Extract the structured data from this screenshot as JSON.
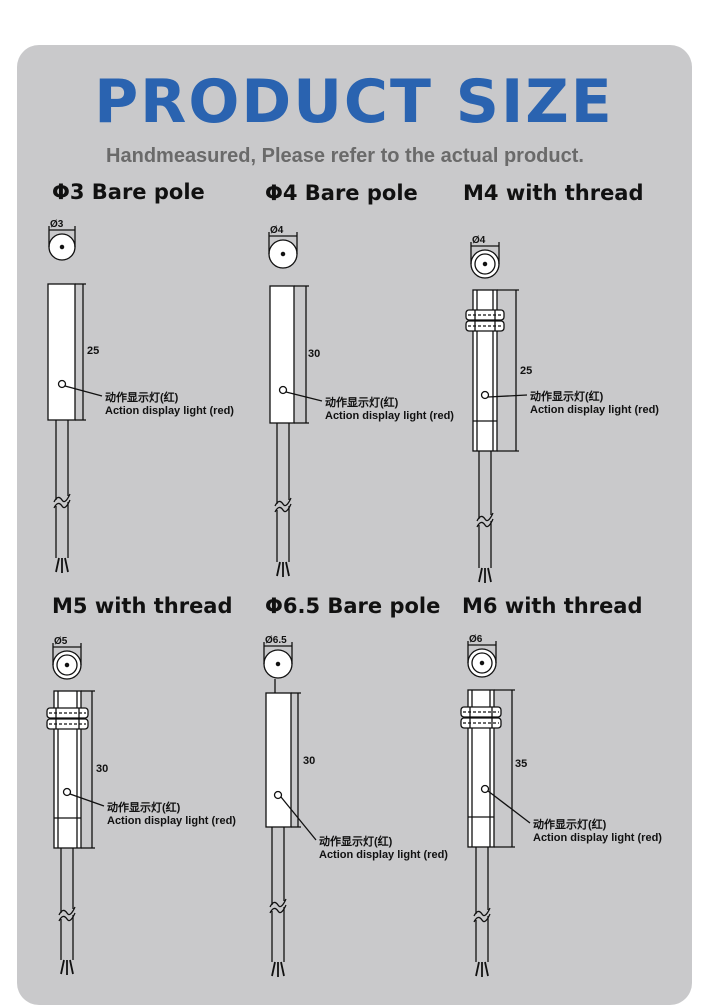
{
  "header": {
    "title": "PRODUCT SIZE",
    "subtitle": "Handmeasured, Please refer to the actual product."
  },
  "label_cn": "动作显示灯(红)",
  "label_en": "Action display light (red)",
  "products": [
    {
      "title": "Φ3 Bare pole",
      "diameter": "Ø3",
      "length": "25"
    },
    {
      "title": "Φ4  Bare pole",
      "diameter": "Ø4",
      "length": "30"
    },
    {
      "title": "M4  with thread",
      "diameter": "Ø4",
      "length": "25"
    },
    {
      "title": "M5  with thread",
      "diameter": "Ø5",
      "length": "30"
    },
    {
      "title": "Φ6.5  Bare pole",
      "diameter": "Ø6.5",
      "length": "30"
    },
    {
      "title": "M6  with thread",
      "diameter": "Ø6",
      "length": "35"
    }
  ]
}
